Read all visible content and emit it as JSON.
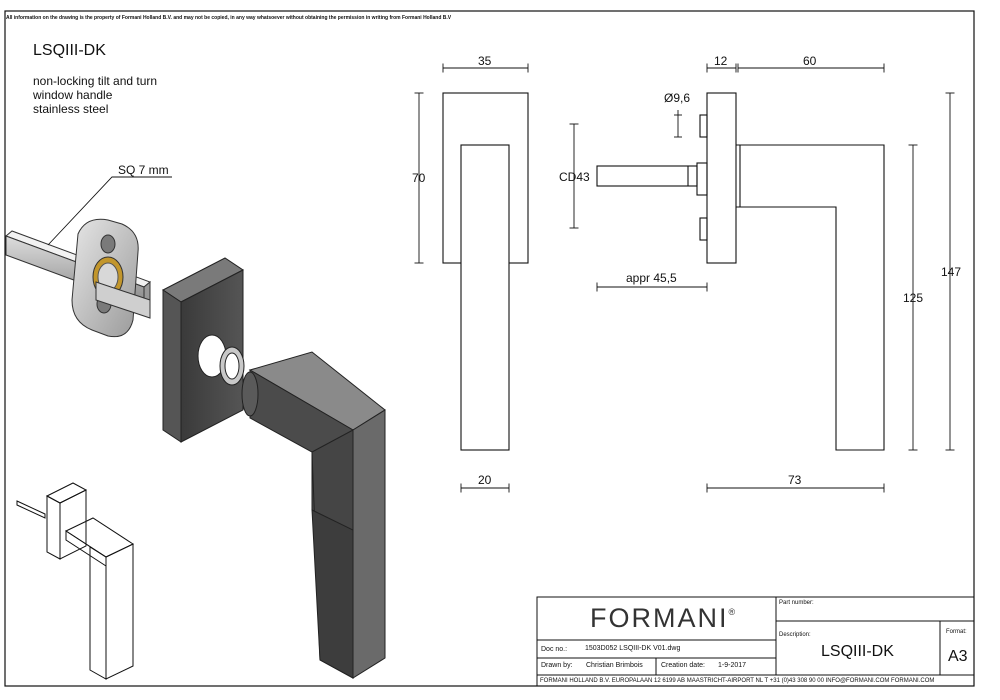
{
  "notice": "All information on the drawing is the property of Formani Holland B.V. and may not be copied, in any way whatsoever without obtaining the permission in writing from Formani Holland B.V",
  "product": {
    "code": "LSQIII-DK",
    "description_lines": [
      "non-locking tilt and turn",
      "window handle",
      "stainless steel"
    ]
  },
  "callout": {
    "spindle": "SQ 7 mm"
  },
  "dimensions": {
    "rose_width": "35",
    "rose_height": "70",
    "lever_width": "20",
    "rose_thickness": "12",
    "lever_depth": "60",
    "screw_diameter": "Ø9,6",
    "screw_spacing": "CD43",
    "spindle_length": "appr 45,5",
    "lever_height": "125",
    "total_height": "147",
    "projection": "73"
  },
  "title_block": {
    "brand": "FORMANI",
    "brand_mark": "®",
    "doc_no_label": "Doc no.:",
    "doc_no": "1503D052 LSQIII-DK V01.dwg",
    "drawn_by_label": "Drawn by:",
    "drawn_by": "Christian Brimbois",
    "creation_date_label": "Creation date:",
    "creation_date": "1-9-2017",
    "part_number_label": "Part number:",
    "description_label": "Description:",
    "description": "LSQIII-DK",
    "format_label": "Format:",
    "format": "A3",
    "footer": "FORMANI HOLLAND B.V.  EUROPALAAN 12  6199 AB MAASTRICHT-AIRPORT NL  T +31 (0)43 308 90 00 INFO@FORMANI.COM FORMANI.COM"
  }
}
